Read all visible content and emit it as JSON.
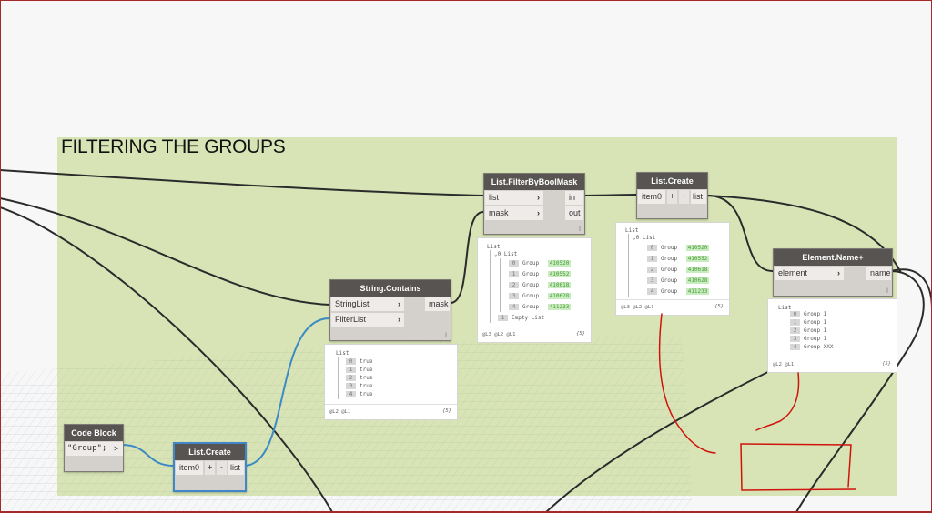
{
  "group": {
    "title": "FILTERING THE GROUPS",
    "color": "#d8e4b6"
  },
  "nodes": {
    "code_block": {
      "title": "Code Block",
      "code": "\"Group\";",
      "out_port": ">"
    },
    "list_create_1": {
      "title": "List.Create",
      "in_port": "item0",
      "plus": "+",
      "minus": "-",
      "out_port": "list"
    },
    "string_contains": {
      "title": "String.Contains",
      "in_ports": [
        {
          "label": "StringList"
        },
        {
          "label": "FilterList"
        }
      ],
      "out_port": "mask",
      "lacing": "l",
      "preview": {
        "header": "List",
        "items": [
          {
            "index": "0",
            "value": "true"
          },
          {
            "index": "1",
            "value": "true"
          },
          {
            "index": "2",
            "value": "true"
          },
          {
            "index": "3",
            "value": "true"
          },
          {
            "index": "4",
            "value": "true"
          }
        ],
        "levels": "@L2 @L1",
        "count": "{5}"
      }
    },
    "filter_by_bool_mask": {
      "title": "List.FilterByBoolMask",
      "in_ports": [
        {
          "label": "list"
        },
        {
          "label": "mask"
        }
      ],
      "out_ports": [
        {
          "label": "in"
        },
        {
          "label": "out"
        }
      ],
      "lacing": "l",
      "preview": {
        "header": "List",
        "sublist_header": "0 List",
        "items": [
          {
            "index": "0",
            "label": "Group",
            "value": "410520"
          },
          {
            "index": "1",
            "label": "Group",
            "value": "410552"
          },
          {
            "index": "2",
            "label": "Group",
            "value": "410618"
          },
          {
            "index": "3",
            "label": "Group",
            "value": "410628"
          },
          {
            "index": "4",
            "label": "Group",
            "value": "411233"
          }
        ],
        "empty_item": {
          "index": "1",
          "label": "Empty List"
        },
        "levels": "@L3 @L2 @L1",
        "count": "{5}"
      }
    },
    "list_create_2": {
      "title": "List.Create",
      "in_port": "item0",
      "plus": "+",
      "minus": "-",
      "out_port": "list",
      "preview": {
        "header": "List",
        "sublist_header": "0 List",
        "items": [
          {
            "index": "0",
            "label": "Group",
            "value": "410520"
          },
          {
            "index": "1",
            "label": "Group",
            "value": "410552"
          },
          {
            "index": "2",
            "label": "Group",
            "value": "410618"
          },
          {
            "index": "3",
            "label": "Group",
            "value": "410628"
          },
          {
            "index": "4",
            "label": "Group",
            "value": "411233"
          }
        ],
        "levels": "@L3 @L2 @L1",
        "count": "{5}"
      }
    },
    "element_name": {
      "title": "Element.Name+",
      "in_port": "element",
      "out_port": "name",
      "lacing": "l",
      "preview": {
        "header": "List",
        "items": [
          {
            "index": "0",
            "value": "Group 1"
          },
          {
            "index": "1",
            "value": "Group 1"
          },
          {
            "index": "2",
            "value": "Group 1"
          },
          {
            "index": "3",
            "value": "Group 1"
          },
          {
            "index": "4",
            "value": "Group XXX"
          }
        ],
        "levels": "@L2 @L1",
        "count": "{5}"
      }
    }
  },
  "annotations": {
    "color": "#d0140c"
  }
}
